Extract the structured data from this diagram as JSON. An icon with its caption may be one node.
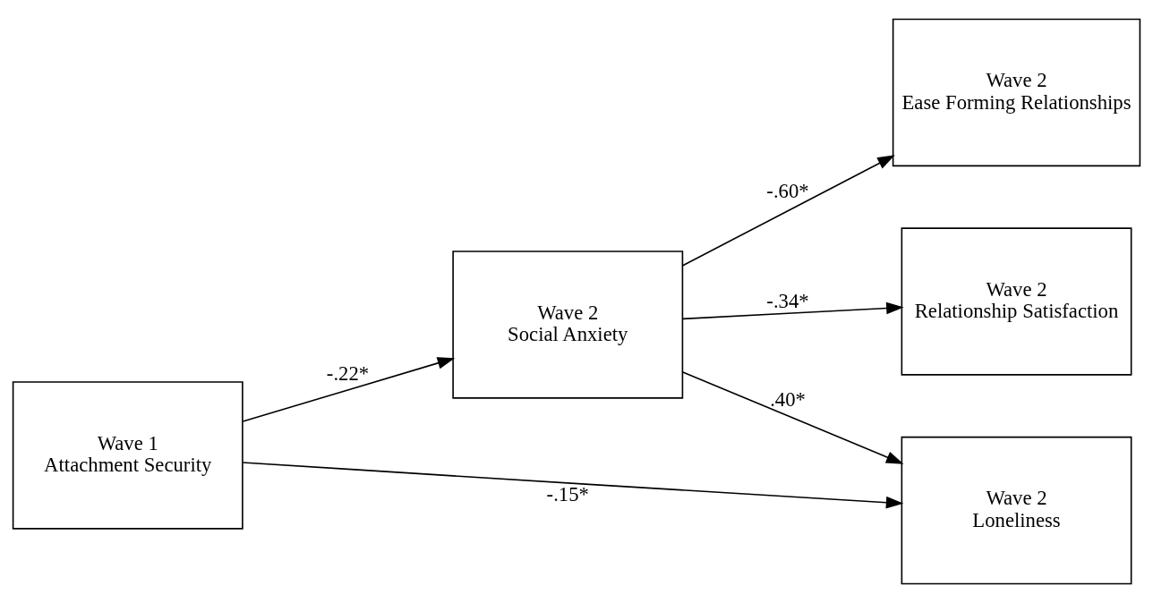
{
  "diagram": {
    "nodes": [
      {
        "text": [
          "Wave 1",
          "Attachment Security"
        ]
      },
      {
        "text": [
          "Wave 2",
          "Social Anxiety"
        ]
      },
      {
        "text": [
          "Wave 2",
          "Ease Forming Relationships"
        ]
      },
      {
        "text": [
          "Wave 2",
          "Relationship Satisfaction"
        ]
      },
      {
        "text": [
          "Wave 2",
          "Loneliness"
        ]
      }
    ],
    "edges": [
      {
        "from": 0,
        "to": 1,
        "arrow": "to",
        "label": "-.22*"
      },
      {
        "from": 1,
        "to": 2,
        "arrow": "to",
        "label": "-.60*"
      },
      {
        "from": 1,
        "to": 3,
        "arrow": "to",
        "label": "-.34*"
      },
      {
        "from": 1,
        "to": 4,
        "arrow": "to",
        "label": ".40*"
      },
      {
        "from": 0,
        "to": 4,
        "arrow": "to",
        "label": "-.15*"
      }
    ]
  }
}
